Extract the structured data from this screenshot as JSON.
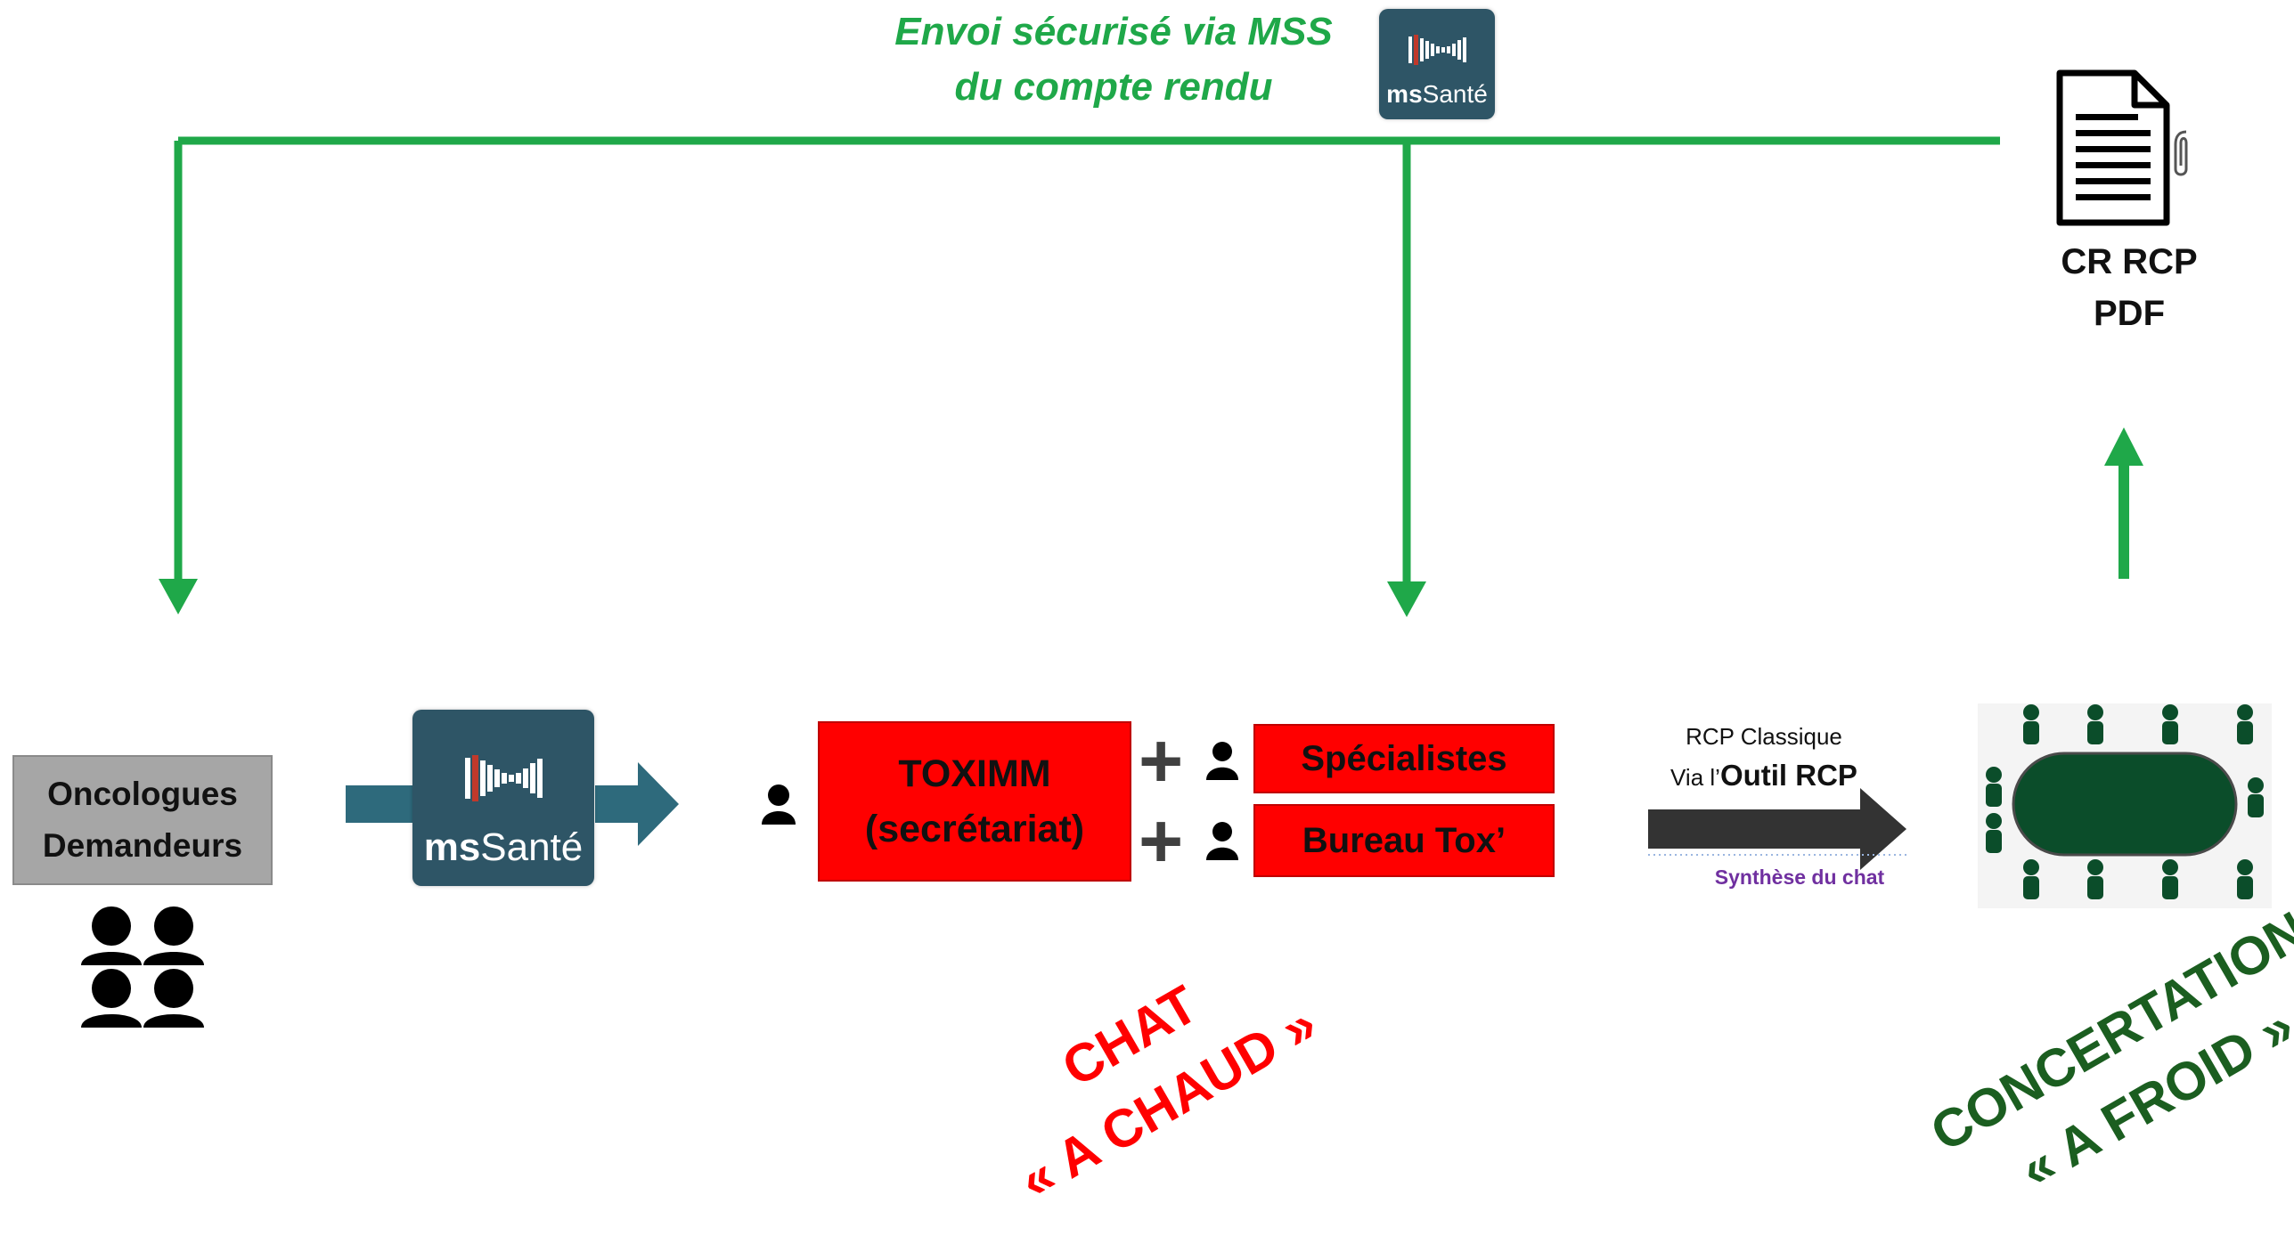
{
  "top_caption": {
    "line1": "Envoi sécurisé via MSS",
    "line2": "du compte rendu"
  },
  "mss_logo": {
    "brand_bold": "ms",
    "brand_rest": "Santé"
  },
  "cr_rcp": {
    "line1": "CR RCP",
    "line2": "PDF"
  },
  "oncologues": {
    "line1": "Oncologues",
    "line2": "Demandeurs"
  },
  "toximm": {
    "line1": "TOXIMM",
    "line2": "(secrétariat)"
  },
  "specialistes": "Spécialistes",
  "bureau_tox": "Bureau Tox’",
  "plus_sign": "+",
  "rcp_caption": {
    "line1": "RCP Classique",
    "line2_prefix": "Via l’",
    "line2_bold": "Outil RCP"
  },
  "synthese": "Synthèse du chat",
  "chat_label": {
    "line1": "CHAT",
    "line2": "« A CHAUD »"
  },
  "concertation_label": {
    "line1": "CONCERTATION",
    "line2": "« A FROID »"
  },
  "colors": {
    "flow_green": "#1fa849",
    "mss_blue": "#2e5566",
    "arrow_blue": "#2e6a7c",
    "red_box": "#ff0000",
    "table_green": "#0b4d2a",
    "chat_red": "#ff0000",
    "concertation_green": "#1b5e20",
    "synthese_purple": "#7030a0"
  },
  "icons": [
    "msSante-logo-icon",
    "pdf-document-icon",
    "paperclip-icon",
    "person-icon",
    "group-icon",
    "meeting-table-icon",
    "flow-arrow-icon"
  ]
}
